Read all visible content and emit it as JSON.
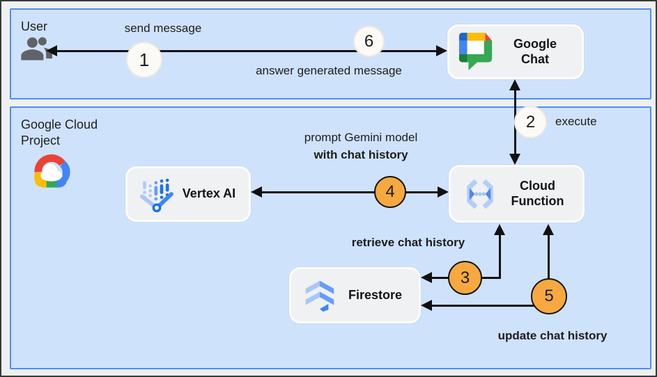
{
  "sections": {
    "user": {
      "title": "User"
    },
    "gcp": {
      "title": "Google Cloud Project"
    }
  },
  "nodes": {
    "google_chat": {
      "label": "Google Chat"
    },
    "vertex_ai": {
      "label": "Vertex AI"
    },
    "cloud_function": {
      "label": "Cloud Function"
    },
    "firestore": {
      "label": "Firestore"
    }
  },
  "steps": {
    "s1": {
      "num": "1",
      "label": "send message"
    },
    "s2": {
      "num": "2",
      "label": "execute"
    },
    "s3": {
      "num": "3",
      "label": "retrieve chat history"
    },
    "s4": {
      "num": "4",
      "label_line1": "prompt Gemini model",
      "label_line2": "with chat history"
    },
    "s5": {
      "num": "5",
      "label": "update chat history"
    },
    "s6": {
      "num": "6",
      "label": "answer generated message"
    }
  },
  "colors": {
    "section_fill": "#cfe2fc",
    "section_border": "#4e8df6",
    "node_fill": "#eff1f3",
    "badge_orange": "#f7a940",
    "badge_light": "#fcfaf6",
    "arrow": "#111111",
    "google_blue": "#4285f4",
    "google_red": "#ea4335",
    "google_yellow": "#fbbc04",
    "google_green": "#34a853"
  }
}
